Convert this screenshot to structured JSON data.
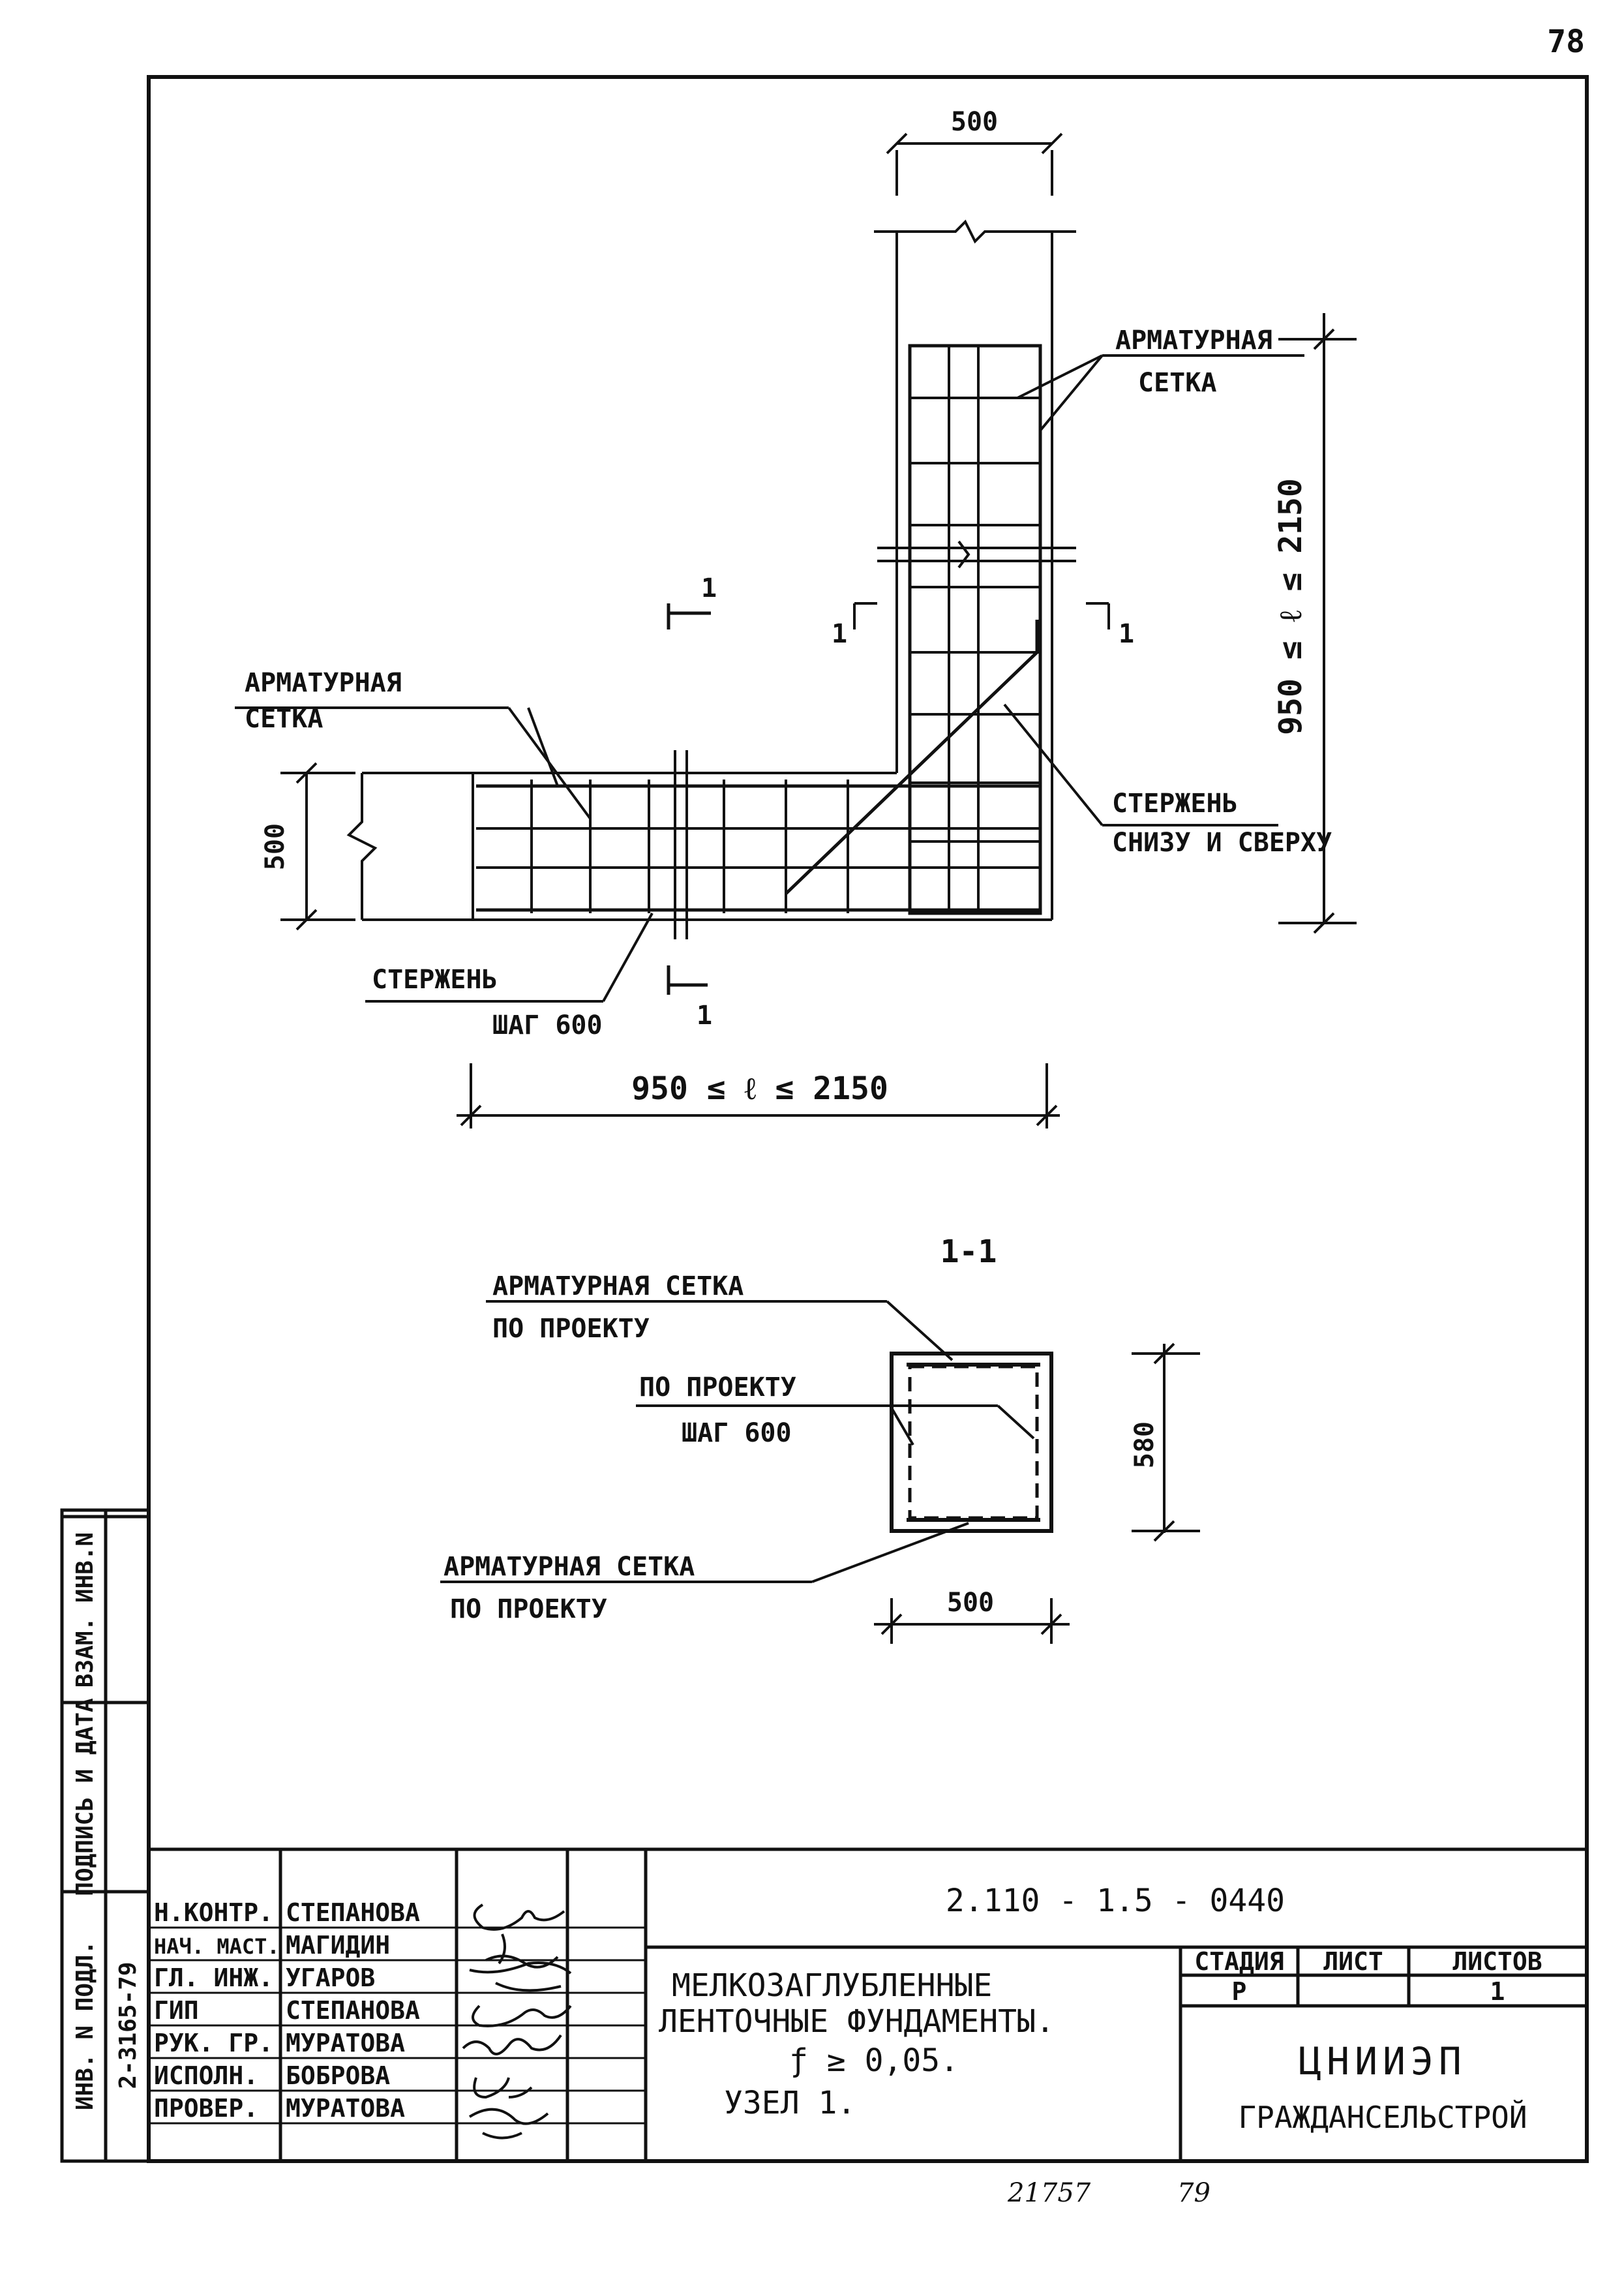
{
  "page_number": "78",
  "plan": {
    "dim_top": "500",
    "dim_left": "500",
    "dim_right_vertical": "950 ≤ ℓ ≤ 2150",
    "dim_bottom": "950 ≤ ℓ ≤ 2150",
    "label_mesh_right_1": "АРМАТУРНАЯ",
    "label_mesh_right_2": "СЕТКА",
    "label_mesh_left_1": "АРМАТУРНАЯ",
    "label_mesh_left_2": "СЕТКА",
    "label_bar_right_1": "СТЕРЖЕНЬ",
    "label_bar_right_2": "СНИЗУ И СВЕРХУ",
    "label_bar_left_1": "СТЕРЖЕНЬ",
    "label_bar_left_2": "ШАГ 600",
    "section_mark": "1"
  },
  "section": {
    "title": "1-1",
    "label_mesh_top_1": "АРМАТУРНАЯ СЕТКА",
    "label_mesh_top_2": "ПО ПРОЕКТУ",
    "label_bar_1": "ПО ПРОЕКТУ",
    "label_bar_2": "ШАГ 600",
    "label_mesh_bottom_1": "АРМАТУРНАЯ СЕТКА",
    "label_mesh_bottom_2": "ПО ПРОЕКТУ",
    "dim_height": "580",
    "dim_width": "500"
  },
  "side_stamp": {
    "col1": "ИНВ. N ПОДЛ.",
    "col1_value": "2-3165-79",
    "col2": "ПОДПИСЬ И ДАТА",
    "col3": "ВЗАМ. ИНВ.N"
  },
  "title_block": {
    "code": "2.110 - 1.5 - 0440",
    "roles": [
      {
        "role": "Н.КОНТР.",
        "name": "СТЕПАНОВА"
      },
      {
        "role": "НАЧ. МАСТ.",
        "name": "МАГИДИН"
      },
      {
        "role": "ГЛ. ИНЖ.",
        "name": "УГАРОВ"
      },
      {
        "role": "ГИП",
        "name": "СТЕПАНОВА"
      },
      {
        "role": "РУК. ГР.",
        "name": "МУРАТОВА"
      },
      {
        "role": "ИСПОЛН.",
        "name": "БОБРОВА"
      },
      {
        "role": "ПРОВЕР.",
        "name": "МУРАТОВА"
      }
    ],
    "title_line1": "МЕЛКОЗАГЛУБЛЕННЫЕ",
    "title_line2": "ЛЕНТОЧНЫЕ ФУНДАМЕНТЫ.",
    "title_line3": "ƒ ≥ 0,05.",
    "title_line4": "УЗЕЛ 1.",
    "stage_header": "СТАДИЯ",
    "sheet_header": "ЛИСТ",
    "sheets_header": "ЛИСТОВ",
    "stage_value": "Р",
    "sheet_value": "",
    "sheets_value": "1",
    "org_line1": "ЦНИИЭП",
    "org_line2": "ГРАЖДАНСЕЛЬСТРОЙ"
  },
  "footer": {
    "number_left": "21757",
    "number_right": "79"
  }
}
